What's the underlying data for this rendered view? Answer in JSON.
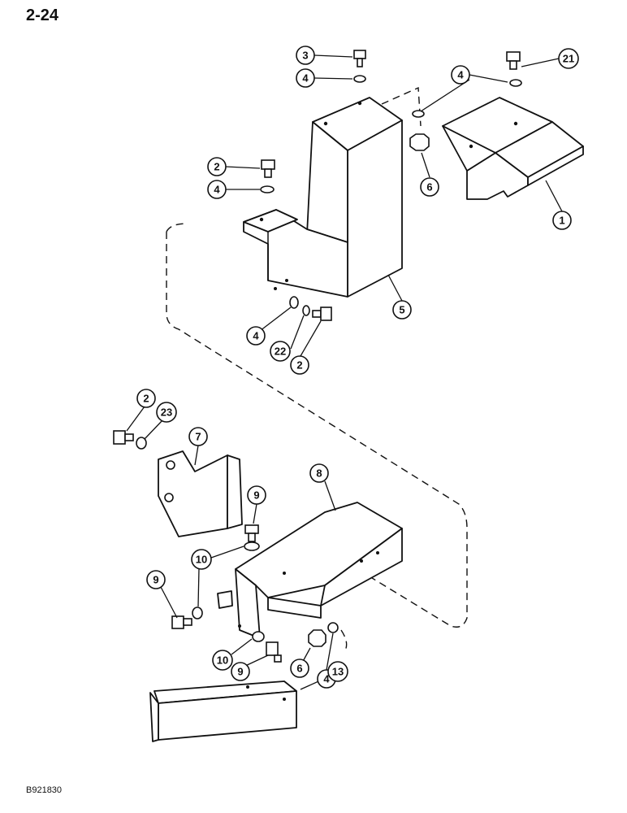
{
  "page": {
    "number": "2-24",
    "drawing_code": "B921830"
  },
  "callouts": {
    "c3": "3",
    "c4a": "4",
    "c2a": "2",
    "c4b": "4",
    "c4c": "4",
    "c21": "21",
    "c6a": "6",
    "c1": "1",
    "c5": "5",
    "c4d": "4",
    "c22": "22",
    "c2b": "2",
    "c2c": "2",
    "c23": "23",
    "c7": "7",
    "c8": "8",
    "c9a": "9",
    "c10a": "10",
    "c9b": "9",
    "c6b": "6",
    "c4e": "4",
    "c10b": "10",
    "c9c": "9",
    "c13": "13"
  }
}
